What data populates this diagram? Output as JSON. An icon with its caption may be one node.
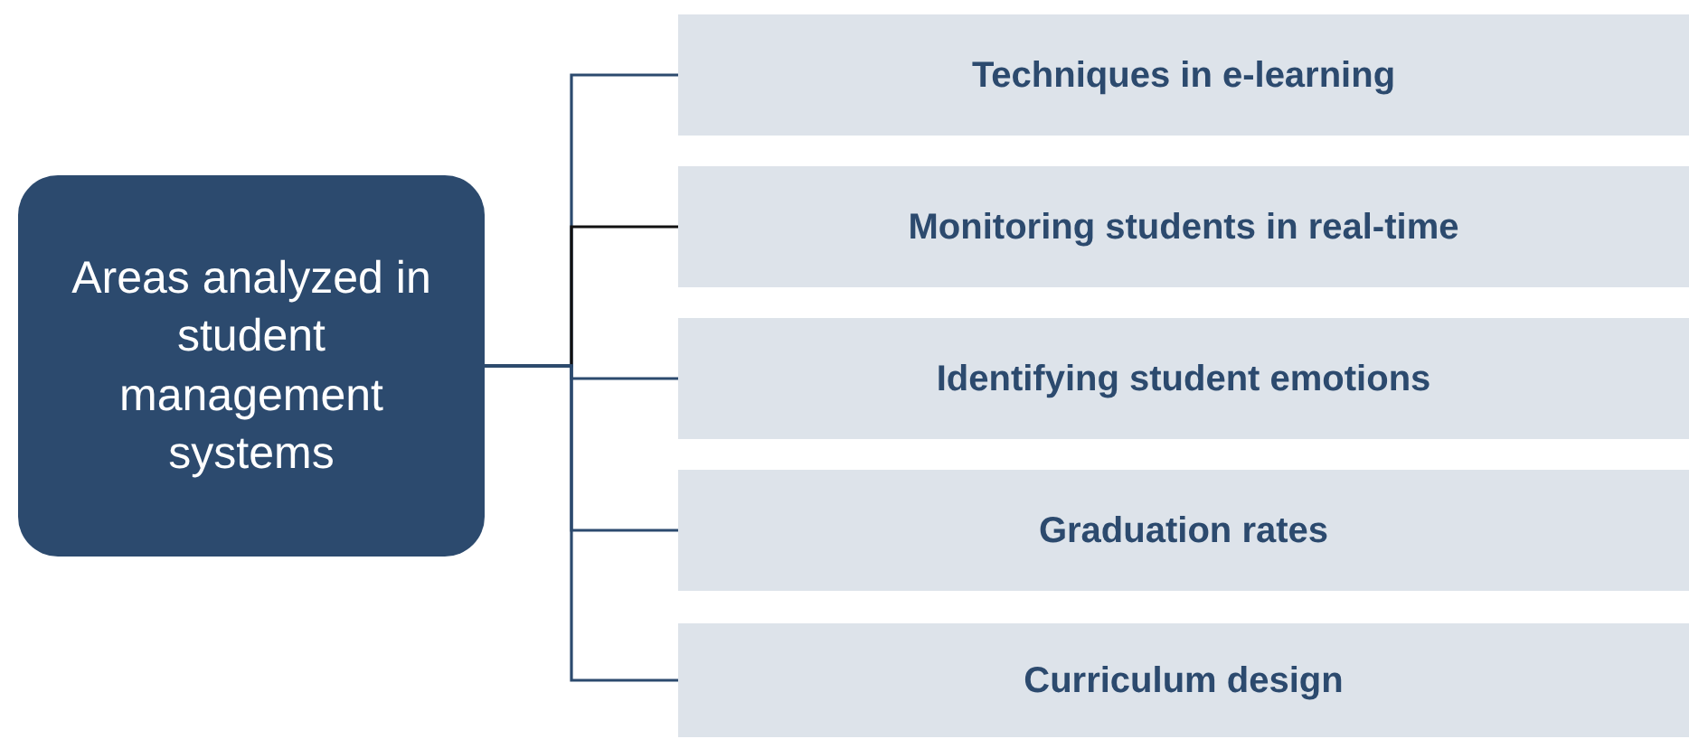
{
  "diagram": {
    "nodes": [
      {
        "text": [
          "Areas analyzed in student management systems"
        ]
      },
      {
        "text": [
          "Techniques in e-learning"
        ]
      },
      {
        "text": [
          "Monitoring students in real-time"
        ]
      },
      {
        "text": [
          "Identifying student emotions"
        ]
      },
      {
        "text": [
          "Graduation rates"
        ]
      },
      {
        "text": [
          "Curriculum design"
        ]
      }
    ],
    "edges": [
      {
        "from": 0,
        "to": 1,
        "arrow": "none"
      },
      {
        "from": 0,
        "to": 2,
        "arrow": "none",
        "color": "#111111"
      },
      {
        "from": 0,
        "to": 3,
        "arrow": "none"
      },
      {
        "from": 0,
        "to": 4,
        "arrow": "none"
      },
      {
        "from": 0,
        "to": 5,
        "arrow": "none"
      }
    ]
  }
}
